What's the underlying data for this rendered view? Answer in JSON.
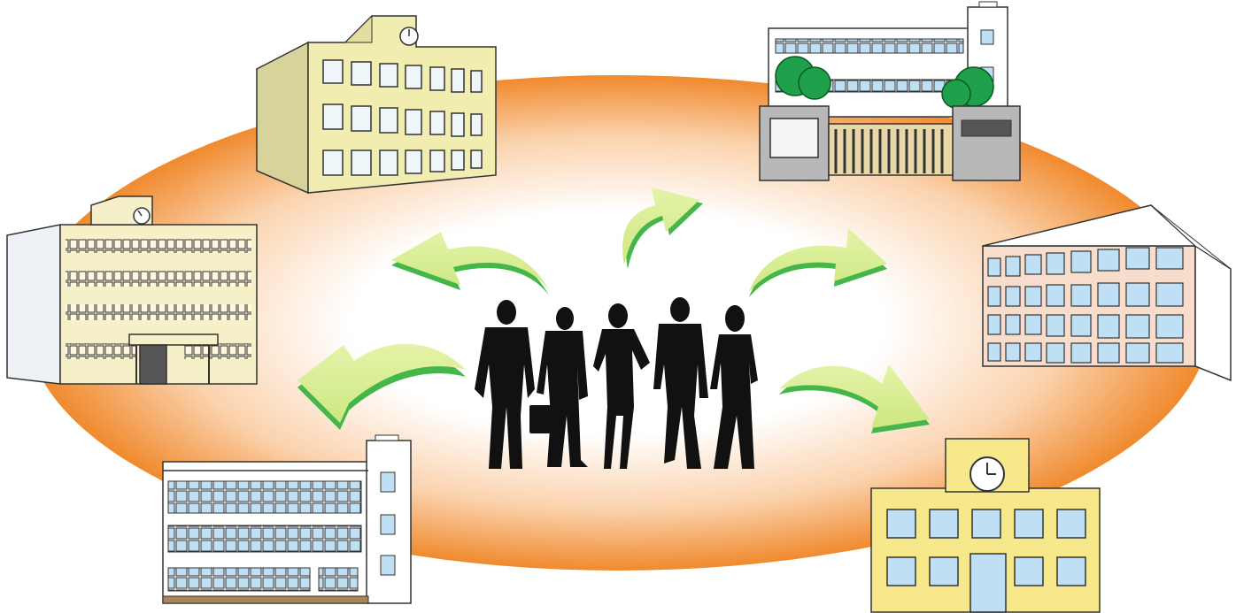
{
  "palette": {
    "ellipse_outer": "#F08A2E",
    "ellipse_inner": "#FFFFFF",
    "arrow_light": "#D7EE8C",
    "arrow_dark": "#45B649",
    "silhouette": "#111111",
    "building_cream": "#F4EFB4",
    "building_beige": "#F6F0C8",
    "building_pink": "#F8DCCC",
    "building_yellow": "#F8E88C",
    "window_blue": "#BFE0F4",
    "window_frame": "#333333",
    "tree_green": "#1FA04A",
    "wall_gray": "#B8B8B8"
  },
  "icons": {
    "people": "group-of-business-people",
    "clock": "clock-icon",
    "tree": "tree-icon"
  },
  "buildings": [
    {
      "name": "school-building-top-left",
      "style": "clocktower"
    },
    {
      "name": "school-building-top-right",
      "style": "gated-campus"
    },
    {
      "name": "school-building-left",
      "style": "office-block"
    },
    {
      "name": "school-building-right",
      "style": "brick-block"
    },
    {
      "name": "school-building-bottom-left",
      "style": "tower-block"
    },
    {
      "name": "school-building-bottom-right",
      "style": "simple-school"
    }
  ],
  "arrows": [
    {
      "name": "arrow-to-top-left"
    },
    {
      "name": "arrow-to-top-right"
    },
    {
      "name": "arrow-to-left"
    },
    {
      "name": "arrow-to-right"
    },
    {
      "name": "arrow-to-bottom-right"
    }
  ]
}
